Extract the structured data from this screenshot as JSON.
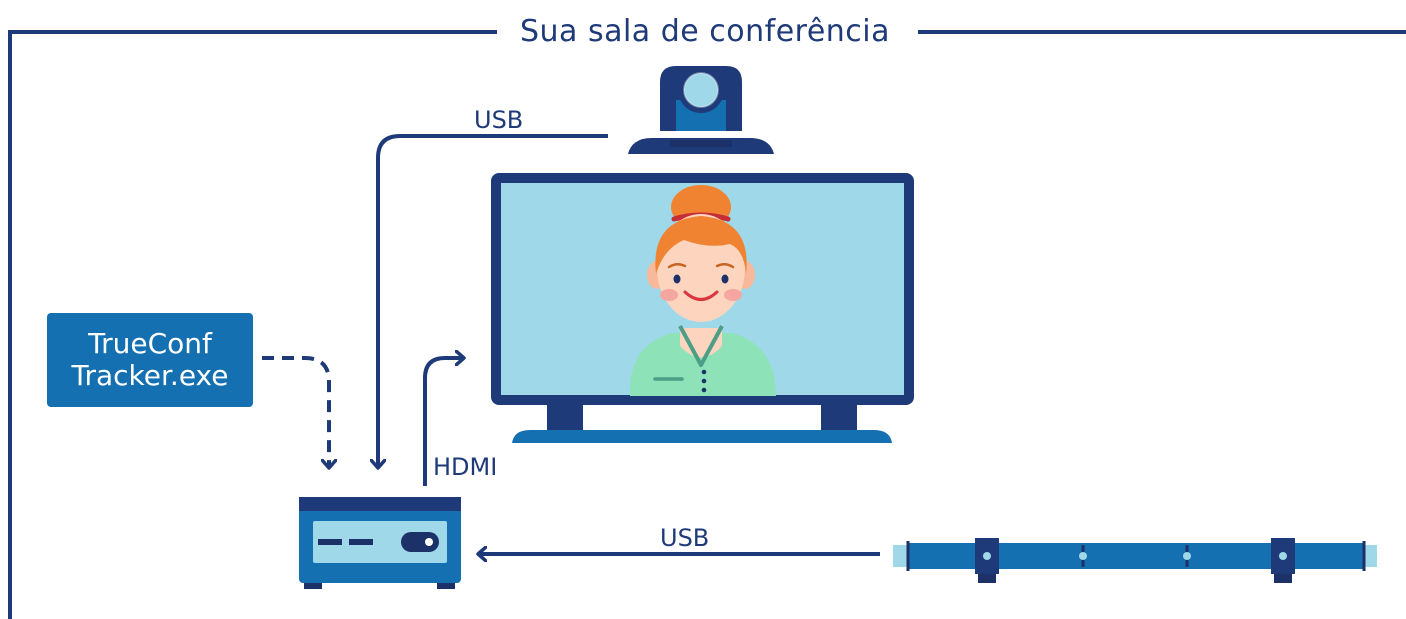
{
  "title": "Sua sala de conferência",
  "labels": {
    "camera_cable": "USB",
    "display_cable": "HDMI",
    "mic_cable": "USB"
  },
  "tracker_box": {
    "line1": "TrueConf",
    "line2": "Tracker.exe"
  },
  "colors": {
    "navy": "#1e3a78",
    "dark_navy": "#1b3168",
    "blue": "#1470b0",
    "screen": "#9fd8e8",
    "light_blue": "#9fd8e8",
    "skin": "#fdd5bf",
    "hair": "#f08331",
    "shirt": "#8ee2b8",
    "mouth": "#d9363e",
    "cheek": "#f5a6a0"
  },
  "icons": [
    "ptz-camera-icon",
    "display-icon",
    "person-avatar-icon",
    "mini-pc-icon",
    "microphone-array-icon"
  ]
}
